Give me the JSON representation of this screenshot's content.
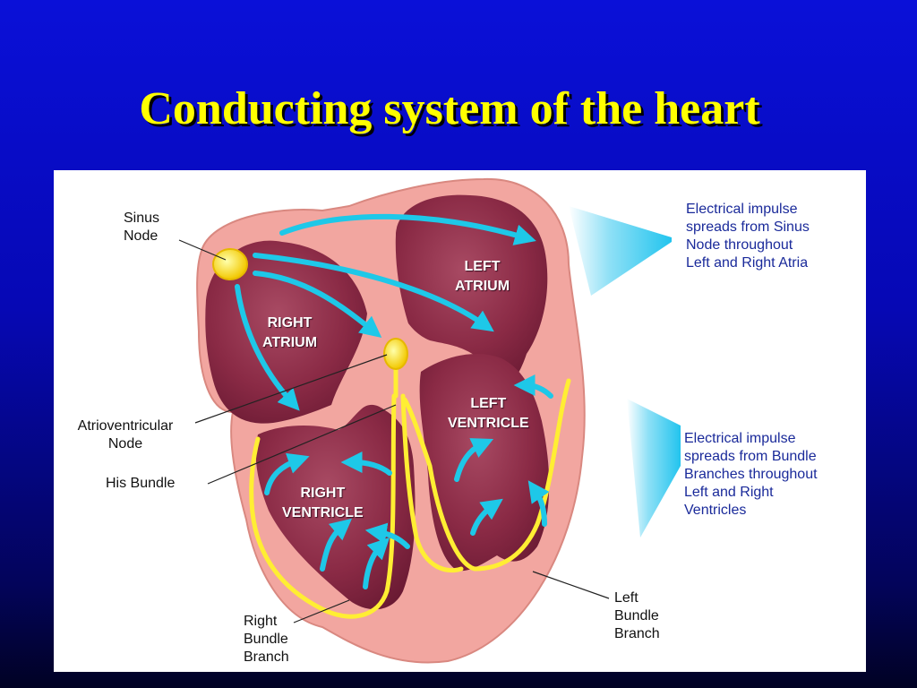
{
  "title": "Conducting system of the heart",
  "colors": {
    "background": "#0608b4",
    "title": "#ffff00",
    "muscle": "#f2a6a0",
    "chamber": "#8a2a45",
    "impulse_arrows": "#1ec8e8",
    "conduction_path": "#ffee33",
    "caption_text": "#1a2a9a"
  },
  "diagram": {
    "chambers": {
      "right_atrium": [
        "RIGHT",
        "ATRIUM"
      ],
      "left_atrium": [
        "LEFT",
        "ATRIUM"
      ],
      "right_ventricle": [
        "RIGHT",
        "VENTRICLE"
      ],
      "left_ventricle": [
        "LEFT",
        "VENTRICLE"
      ]
    },
    "labels": {
      "sinus_node": [
        "Sinus",
        "Node"
      ],
      "av_node": [
        "Atrioventricular",
        "Node"
      ],
      "his_bundle": "His Bundle",
      "right_bundle_branch": [
        "Right",
        "Bundle",
        "Branch"
      ],
      "left_bundle_branch": [
        "Left",
        "Bundle",
        "Branch"
      ]
    },
    "captions": {
      "atria": [
        "Electrical impulse",
        "spreads from Sinus",
        "Node throughout",
        "Left and Right Atria"
      ],
      "ventricles": [
        "Electrical impulse",
        "spreads from Bundle",
        "Branches throughout",
        "Left and Right",
        "Ventricles"
      ]
    }
  }
}
